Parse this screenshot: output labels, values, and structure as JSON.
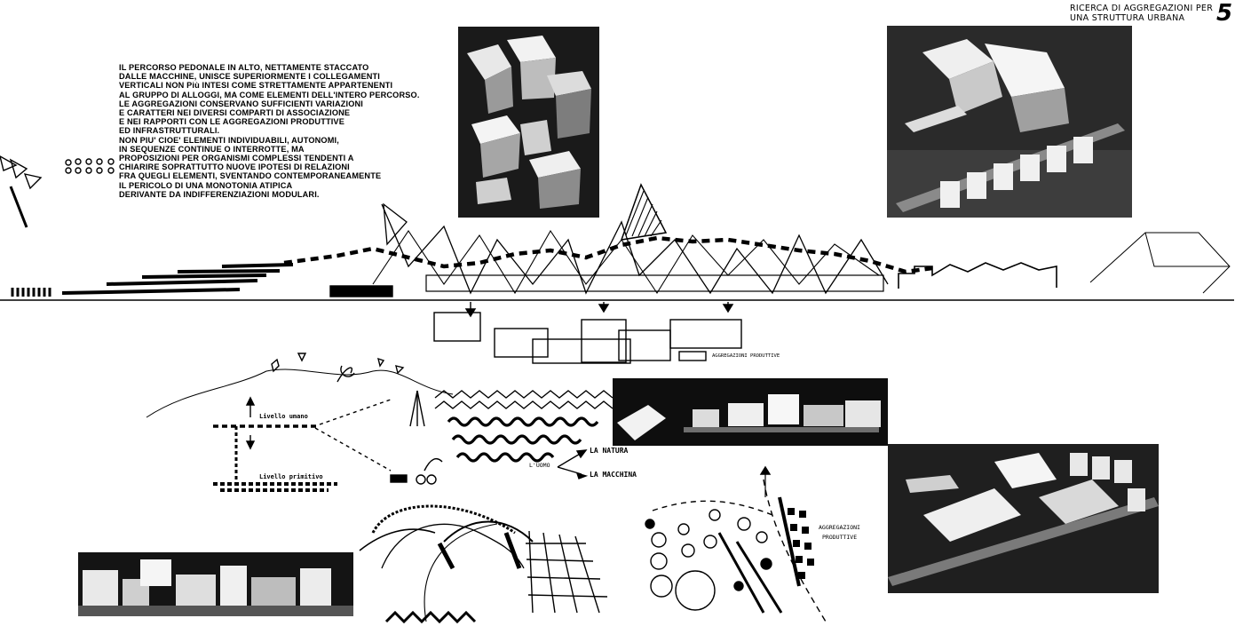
{
  "header": {
    "title_line1": "RICERCA DI AGGREGAZIONI PER",
    "title_line2": "UNA STRUTTURA URBANA",
    "page_number": "5"
  },
  "intro": {
    "lines": [
      "IL PERCORSO PEDONALE IN ALTO, NETTAMENTE STACCATO",
      "DALLE MACCHINE, UNISCE SUPERIORMENTE I COLLEGAMENTI",
      "VERTICALI NON Più INTESI COME STRETTAMENTE APPARTENENTI",
      "AL GRUPPO DI ALLOGGI, MA COME ELEMENTI DELL'INTERO PERCORSO.",
      "LE AGGREGAZIONI CONSERVANO SUFFICIENTI VARIAZIONI",
      "E CARATTERI NEI DIVERSI COMPARTI DI ASSOCIAZIONE",
      "E NEI RAPPORTI CON LE AGGREGAZIONI PRODUTTIVE",
      "ED INFRASTRUTTURALI.",
      "NON PIU' CIOE' ELEMENTI INDIVIDUABILI, AUTONOMI,",
      "IN SEQUENZE CONTINUE O INTERROTTE, MA",
      "PROPOSIZIONI PER ORGANISMI COMPLESSI TENDENTI A",
      "CHIARIRE SOPRATTUTTO NUOVE IPOTESI DI RELAZIONI",
      "FRA QUEGLI ELEMENTI, SVENTANDO CONTEMPORANEAMENTE",
      "IL PERICOLO DI UNA MONOTONIA ATIPICA",
      "DERIVANTE DA INDIFFERENZIAZIONI MODULARI."
    ]
  },
  "sketch_labels": {
    "aggregazioni_produttive_1": "AGGREGAZIONI PRODUTTIVE",
    "livello_umano": "Livello umano",
    "livello_primitivo": "Livello primitivo",
    "uomo": "L'UOMO",
    "natura": "LA NATURA",
    "macchina": "LA MACCHINA",
    "aggregazioni_produttive_2a": "AGGREGAZIONI",
    "aggregazioni_produttive_2b": "PRODUTTIVE"
  }
}
